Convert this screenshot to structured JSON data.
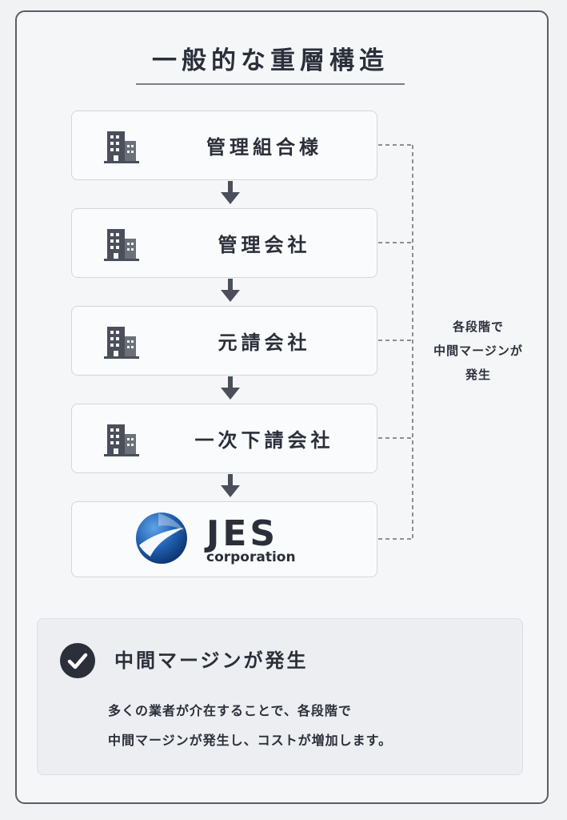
{
  "title": "一般的な重層構造",
  "boxes": [
    {
      "label": "管理組合様",
      "icon": "building-icon"
    },
    {
      "label": "管理会社",
      "icon": "building-icon"
    },
    {
      "label": "元請会社",
      "icon": "building-icon"
    },
    {
      "label": "一次下請会社",
      "icon": "building-icon"
    }
  ],
  "jes": {
    "name": "JES",
    "sub": "corporation"
  },
  "side_note": {
    "line1": "各段階で",
    "line2": "中間マージンが",
    "line3": "発生"
  },
  "note": {
    "title": "中間マージンが発生",
    "line1": "多くの業者が介在することで、各段階で",
    "line2": "中間マージンが発生し、コストが増加します。"
  },
  "colors": {
    "navy": "#2a2f3a",
    "arrow": "#4a4f5a",
    "logo_blue": "#1f5fb0",
    "dash": "#6a6e76"
  }
}
